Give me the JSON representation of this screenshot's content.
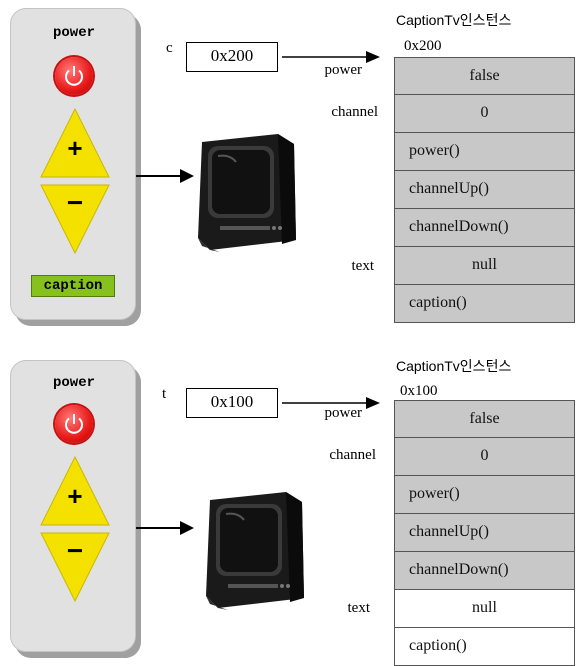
{
  "instances": [
    {
      "power_label": "power",
      "plus": "+",
      "minus": "−",
      "caption_button": "caption",
      "var_name": "c",
      "ref_value": "0x200",
      "header": "CaptionTv인스턴스",
      "address": "0x200",
      "field_labels": {
        "power": "power",
        "channel": "channel",
        "text": "text"
      },
      "cells": [
        "false",
        "0",
        "power()",
        "channelUp()",
        "channelDown()",
        "null",
        "caption()"
      ]
    },
    {
      "power_label": "power",
      "plus": "+",
      "minus": "−",
      "var_name": "t",
      "ref_value": "0x100",
      "header": "CaptionTv인스턴스",
      "address": "0x100",
      "field_labels": {
        "power": "power",
        "channel": "channel",
        "text": "text"
      },
      "cells": [
        "false",
        "0",
        "power()",
        "channelUp()",
        "channelDown()",
        "null",
        "caption()"
      ]
    }
  ],
  "colors": {
    "panel": "#e1e1e1",
    "power_button": "#e81818",
    "triangle": "#f5e100",
    "caption_button": "#86c11e",
    "gray_cell": "#c8c8c8"
  }
}
